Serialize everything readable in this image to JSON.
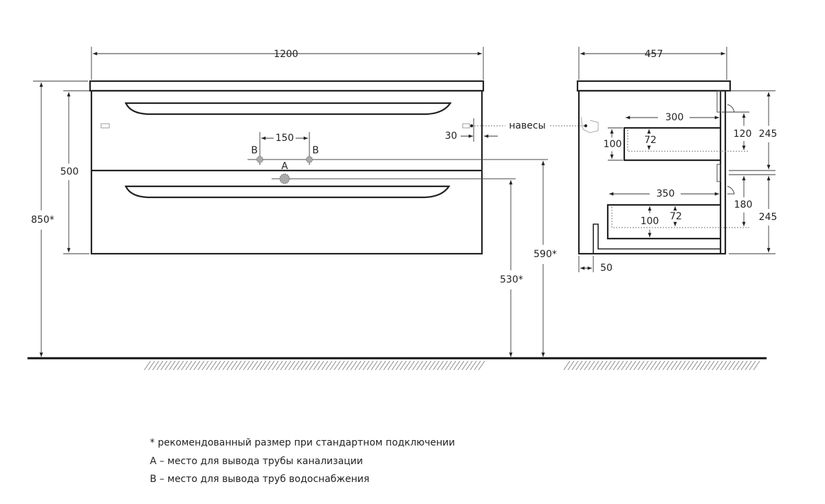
{
  "front_view": {
    "width_dim": "1200",
    "total_height_dim": "850*",
    "body_height_dim": "500",
    "pipe_spacing_dim": "150",
    "label_b_left": "B",
    "label_b_right": "B",
    "label_a": "A",
    "hinge_offset_dim": "30",
    "hinges_label": "навесы",
    "water_height_dim": "590*",
    "drain_height_dim": "530*"
  },
  "side_view": {
    "depth_dim": "457",
    "top_drawer_depth": "300",
    "top_drawer_height": "100",
    "top_drawer_inner": "72",
    "top_drawer_offset": "120",
    "top_section": "245",
    "bottom_drawer_depth": "350",
    "bottom_drawer_height": "100",
    "bottom_drawer_inner": "72",
    "bottom_drawer_offset": "180",
    "bottom_section": "245",
    "plinth_offset": "50"
  },
  "notes": [
    "* рекомендованный размер при стандартном подключении",
    "А – место для вывода трубы канализации",
    "В – место для вывода труб водоснабжения"
  ]
}
